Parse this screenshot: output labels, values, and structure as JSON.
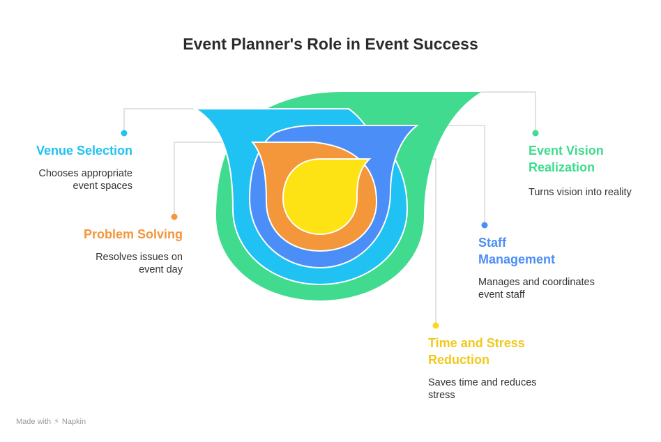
{
  "title": "Event Planner's Role in Event Success",
  "items": [
    {
      "label": "Venue Selection",
      "description": "Chooses appropriate event spaces",
      "color": "#1fc2f2"
    },
    {
      "label": "Problem Solving",
      "description": "Resolves issues on event day",
      "color": "#f4963a"
    },
    {
      "label": "Event Vision Realization",
      "description": "Turns vision into reality",
      "color": "#3ddc8e"
    },
    {
      "label": "Staff Management",
      "description": "Manages and coordinates event staff",
      "color": "#4b8ef7"
    },
    {
      "label": "Time and Stress Reduction",
      "description": "Saves time and reduces stress",
      "color": "#f7d91c"
    }
  ],
  "footer": {
    "text": "Made with",
    "brand": "Napkin"
  }
}
